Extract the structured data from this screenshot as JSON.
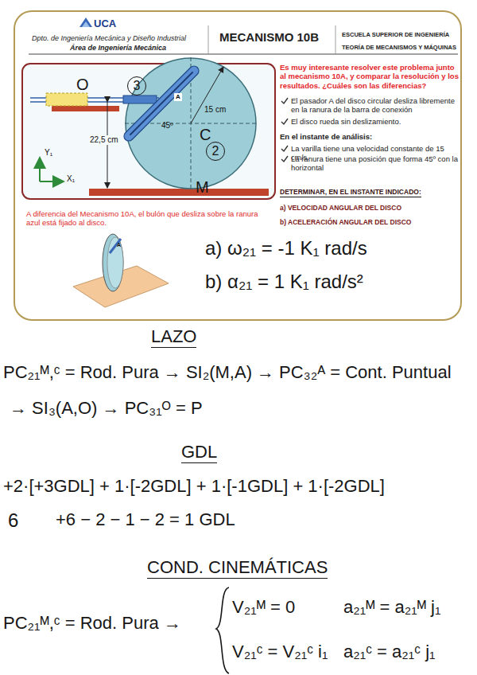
{
  "diagram": {
    "title": "MECANISMO 10B",
    "nodes": [
      {
        "text": [
          "3"
        ]
      },
      {
        "text": [
          "2"
        ]
      }
    ],
    "labels": [
      "UCA",
      "Dpto. de Ingeniería Mecánica y Diseño Industrial",
      "Área de Ingeniería Mecánica",
      "ESCUELA SUPERIOR DE INGENIERÍA",
      "TEORÍA DE MECANISMOS Y MÁQUINAS",
      "A",
      "15 cm",
      "45º",
      "22,5 cm",
      "Y₁",
      "X₁",
      "O",
      "C",
      "M",
      "Es muy interesante resolver este problema junto al mecanismo 10A, y comparar la resolución y los resultados. ¿Cuáles son las diferencias?",
      "El pasador A del disco circular desliza libremente en la ranura de la barra de conexión",
      "El disco rueda sin deslizamiento.",
      "En el instante de análisis:",
      "La varilla tiene una velocidad constante de 15 cm/s.",
      "La ranura tiene una posición que forma 45º con la horizontal",
      "DETERMINAR, EN EL INSTANTE INDICADO:",
      "a) VELOCIDAD ANGULAR DEL DISCO",
      "b) ACELERACIÓN ANGULAR DEL DISCO",
      "A diferencia del Mecanismo 10A, el bulón que desliza sobre la ranura azul está fijado al disco.",
      "A",
      "a) ω₂₁ = -1 K₁ rad/s",
      "b) α₂₁ = 1 K₁ rad/s²",
      "LAZO",
      "PC₂₁ᴹ,ᶜ = Rod. Pura",
      "→ SI₂(M,A) →",
      "PC₃₂ᴬ = Cont. Puntual",
      "→ SI₃(A,O) → PC₃₁ᴼ = P",
      "GDL",
      "+2·[+3GDL] + 1·[-2GDL] + 1·[-1GDL] + 1·[-2GDL]",
      "6",
      "+6 − 2 − 1 − 2 = 1 GDL",
      "COND. CINEMÁTICAS",
      "PC₂₁ᴹ,ᶜ = Rod. Pura →",
      "V₂₁ᴹ = 0",
      "a₂₁ᴹ = a₂₁ᴹ j₁",
      "V₂₁ᶜ = V₂₁ᶜ i₁",
      "a₂₁ᶜ = a₂₁ᶜ j₁"
    ]
  }
}
